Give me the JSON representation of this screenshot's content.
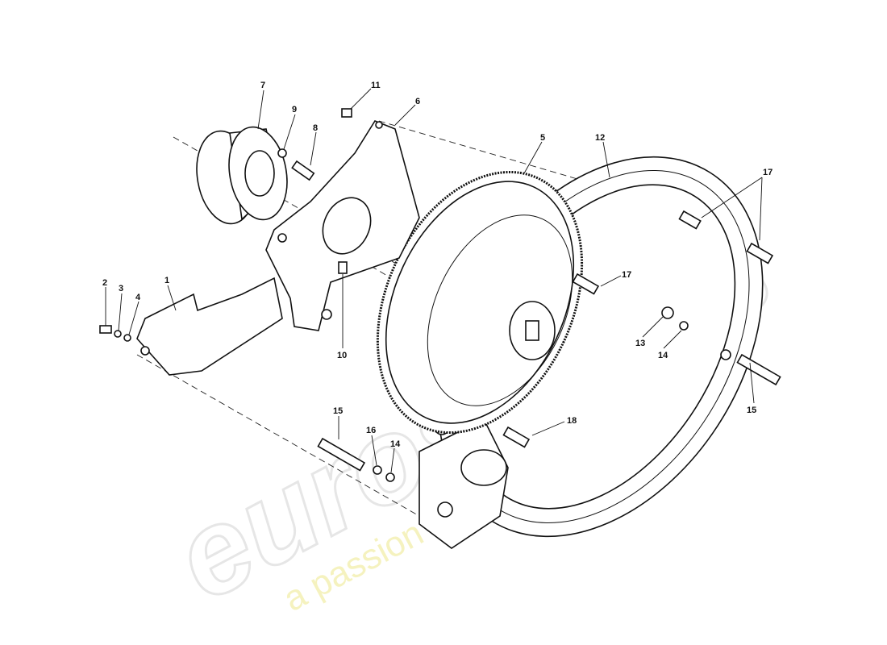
{
  "watermark": {
    "brand": "eurospares",
    "tagline": "a passion for parts since 1985",
    "tagline_color": "#f0ec9c"
  },
  "diagram": {
    "type": "exploded parts diagram",
    "callouts": [
      {
        "id": "c7",
        "text": "7"
      },
      {
        "id": "c9",
        "text": "9"
      },
      {
        "id": "c8",
        "text": "8"
      },
      {
        "id": "c11",
        "text": "11"
      },
      {
        "id": "c6",
        "text": "6"
      },
      {
        "id": "c5",
        "text": "5"
      },
      {
        "id": "c12",
        "text": "12"
      },
      {
        "id": "c17a",
        "text": "17"
      },
      {
        "id": "c17b",
        "text": "17"
      },
      {
        "id": "c2",
        "text": "2"
      },
      {
        "id": "c3",
        "text": "3"
      },
      {
        "id": "c4",
        "text": "4"
      },
      {
        "id": "c1",
        "text": "1"
      },
      {
        "id": "c10",
        "text": "10"
      },
      {
        "id": "c13",
        "text": "13"
      },
      {
        "id": "c14a",
        "text": "14"
      },
      {
        "id": "c15a",
        "text": "15"
      },
      {
        "id": "c18",
        "text": "18"
      },
      {
        "id": "c15b",
        "text": "15"
      },
      {
        "id": "c16",
        "text": "16"
      },
      {
        "id": "c14b",
        "text": "14"
      }
    ]
  }
}
